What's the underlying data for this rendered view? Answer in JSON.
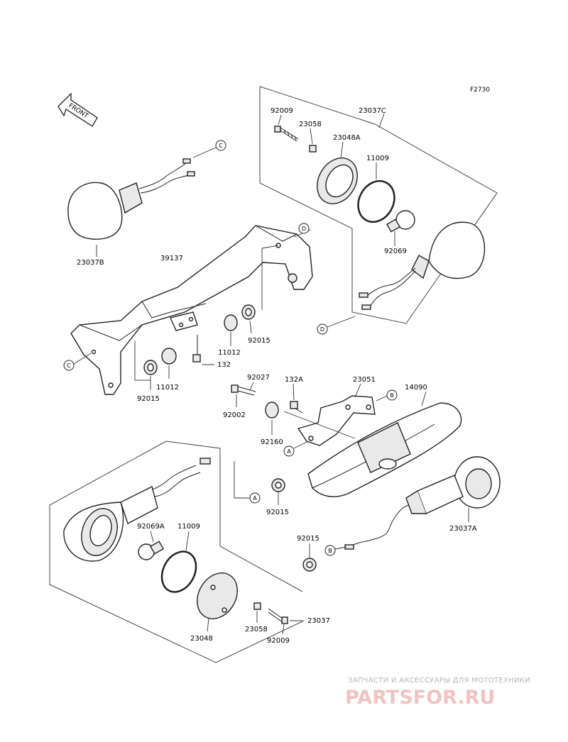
{
  "figure_code": "F2730",
  "front_arrow_label": "FRONT",
  "callout_letters": [
    "A",
    "B",
    "C",
    "D"
  ],
  "part_numbers": {
    "p23037C": "23037C",
    "p92009_top": "92009",
    "p23058_top": "23058",
    "p23048A": "23048A",
    "p11009_top": "11009",
    "p92069": "92069",
    "p23037B": "23037B",
    "p39137": "39137",
    "p11012_right": "11012",
    "p92015_right": "92015",
    "p132": "132",
    "p11012_left": "11012",
    "p92015_left": "92015",
    "p92027": "92027",
    "p132A": "132A",
    "p23051": "23051",
    "p14090": "14090",
    "p92002": "92002",
    "p92160": "92160",
    "p92015_mid": "92015",
    "p92069A": "92069A",
    "p11009_bottom": "11009",
    "p23037A": "23037A",
    "p92015_lower": "92015",
    "p23037": "23037",
    "p23048": "23048",
    "p23058_bottom": "23058",
    "p92009_bottom": "92009"
  },
  "watermark": {
    "tagline": "ЗАПЧАСТИ И АКСЕССУАРЫ ДЛЯ МОТОТЕХНИКИ",
    "logo": "PARTSFOR.RU"
  }
}
